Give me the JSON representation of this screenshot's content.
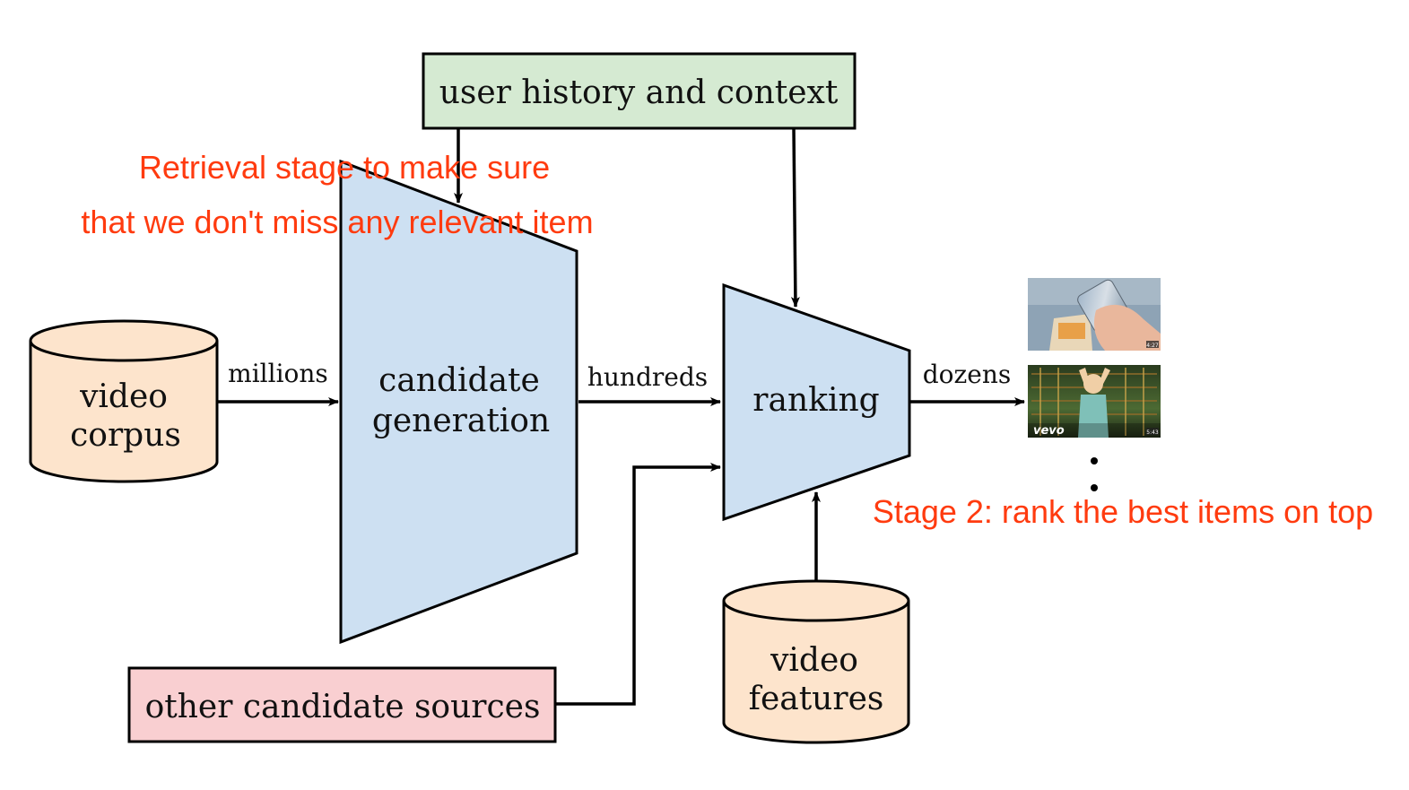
{
  "colors": {
    "stroke": "#000000",
    "user_box_fill": "#d5ead2",
    "cylinder_fill": "#fde4cc",
    "funnel_fill": "#cde0f2",
    "other_box_fill": "#f9cfd1",
    "annotation_red": "#ff3b0f"
  },
  "nodes": {
    "user_history": "user history and context",
    "video_corpus": [
      "video",
      "corpus"
    ],
    "candidate_generation": [
      "candidate",
      "generation"
    ],
    "ranking": "ranking",
    "video_features": [
      "video",
      "features"
    ],
    "other_sources": "other candidate sources"
  },
  "edges": {
    "millions": "millions",
    "hundreds": "hundreds",
    "dozens": "dozens"
  },
  "annotations": {
    "retrieval": [
      "Retrieval stage to make sure",
      "that we don't miss any relevant item"
    ],
    "stage2": "Stage 2: rank the best items on top"
  },
  "thumbnails": {
    "phone_duration": "4:27",
    "vevo_logo": "vevo",
    "vevo_duration": "5:43"
  }
}
